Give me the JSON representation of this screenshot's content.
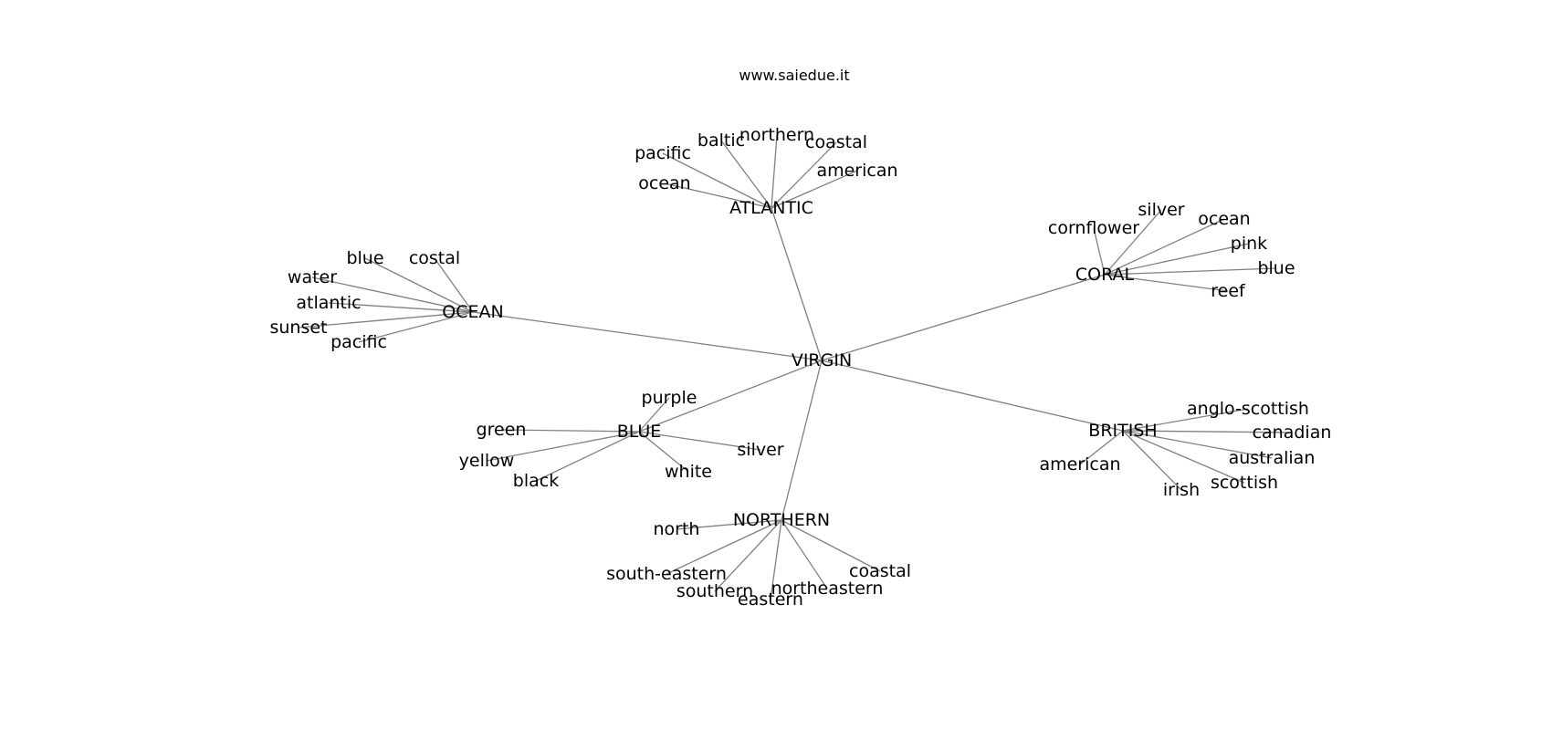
{
  "header": {
    "title": "www.saiedue.it"
  },
  "graph": {
    "center": "VIRGIN",
    "edge_color": "#808080",
    "text_color": "#000000",
    "background": "#ffffff",
    "hubs": [
      {
        "label": "ATLANTIC",
        "leaves": [
          "ocean",
          "pacific",
          "baltic",
          "northern",
          "coastal",
          "american"
        ]
      },
      {
        "label": "CORAL",
        "leaves": [
          "cornflower",
          "silver",
          "ocean",
          "pink",
          "blue",
          "reef"
        ]
      },
      {
        "label": "OCEAN",
        "leaves": [
          "blue",
          "costal",
          "water",
          "atlantic",
          "sunset",
          "pacific"
        ]
      },
      {
        "label": "BRITISH",
        "leaves": [
          "anglo-scottish",
          "canadian",
          "australian",
          "scottish",
          "irish",
          "american"
        ]
      },
      {
        "label": "BLUE",
        "leaves": [
          "purple",
          "green",
          "yellow",
          "black",
          "white",
          "silver"
        ]
      },
      {
        "label": "NORTHERN",
        "leaves": [
          "north",
          "south-eastern",
          "southern",
          "eastern",
          "northeastern",
          "coastal"
        ]
      }
    ]
  }
}
